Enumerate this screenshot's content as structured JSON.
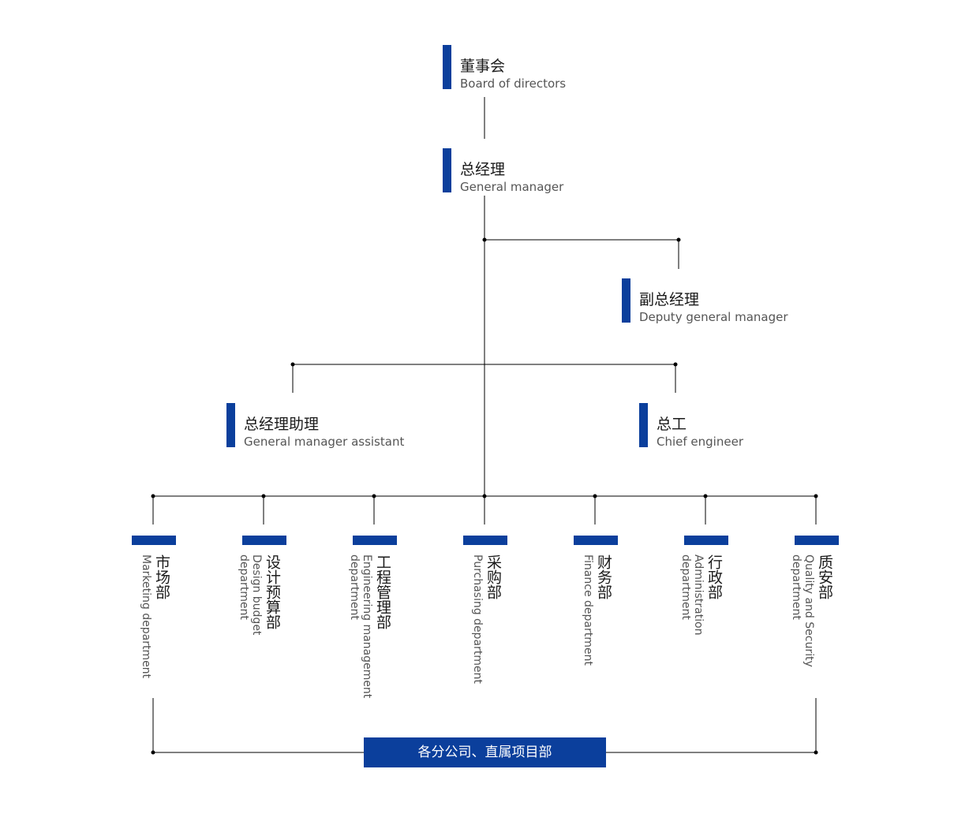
{
  "colors": {
    "accent": "#0b3f9c",
    "line": "#000000",
    "text_cn": "#1b1b1b",
    "text_en": "#555555"
  },
  "board": {
    "cn": "董事会",
    "en": "Board of directors"
  },
  "gm": {
    "cn": "总经理",
    "en": "General manager"
  },
  "deputy": {
    "cn": "副总经理",
    "en": "Deputy general manager"
  },
  "assistant": {
    "cn": "总经理助理",
    "en": "General manager assistant"
  },
  "chief": {
    "cn": "总工",
    "en": "Chief engineer"
  },
  "departments": [
    {
      "cn": "市场部",
      "en": "Marketing department"
    },
    {
      "cn": "设计预算部",
      "en": "Design budget department"
    },
    {
      "cn": "工程管理部",
      "en": "Engineering management department"
    },
    {
      "cn": "采购部",
      "en": "Purchasing department"
    },
    {
      "cn": "财务部",
      "en": "Finance department"
    },
    {
      "cn": "行政部",
      "en": "Administration department"
    },
    {
      "cn": "质安部",
      "en": "Quality and Security department"
    }
  ],
  "branches": {
    "label": "各分公司、直属项目部"
  }
}
